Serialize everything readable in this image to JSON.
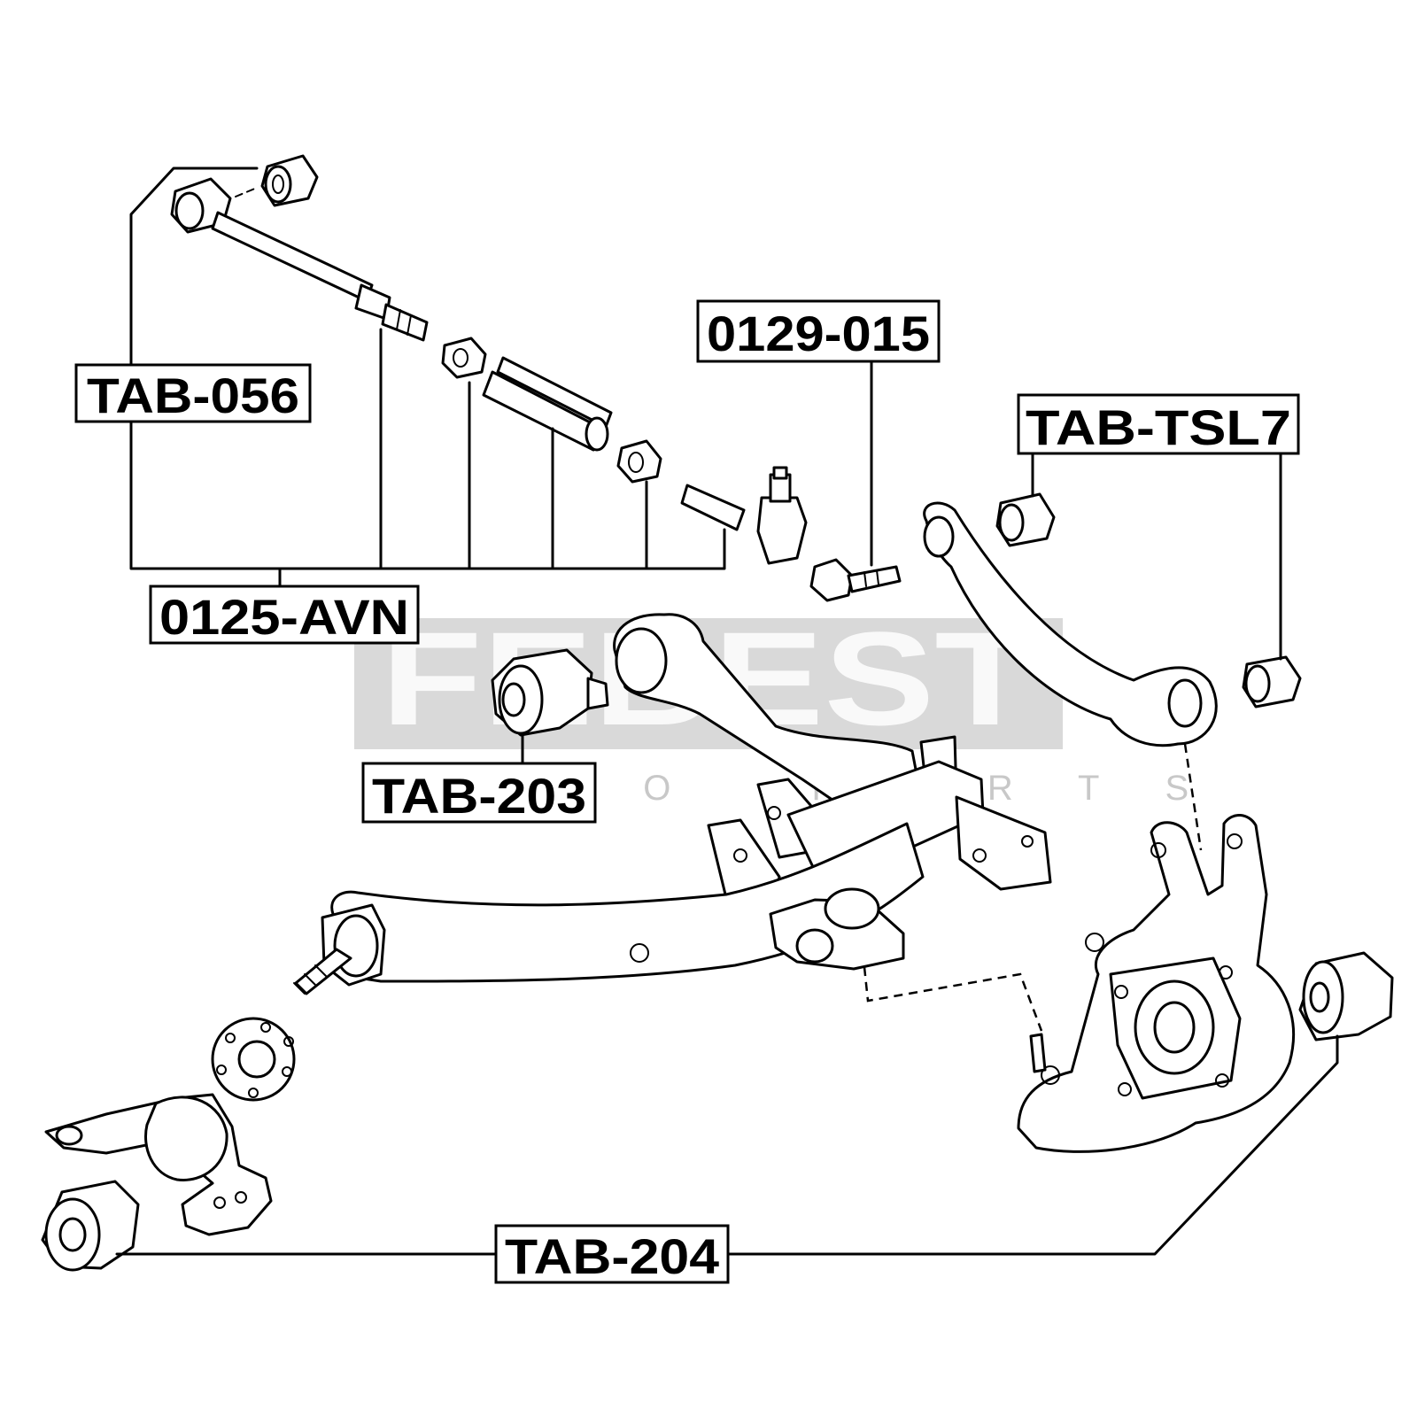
{
  "diagram": {
    "labels": {
      "tab_056": "TAB-056",
      "avn_0125": "0125-AVN",
      "n_0129_015": "0129-015",
      "tab_tsl7": "TAB-TSL7",
      "tab_203": "TAB-203",
      "tab_204": "TAB-204"
    },
    "watermark": {
      "brand": "FEBEST",
      "tagline": "AUTO PARTS"
    },
    "colors": {
      "line": "#000000",
      "background": "#ffffff",
      "watermark_band": "#d9d9d9"
    }
  }
}
